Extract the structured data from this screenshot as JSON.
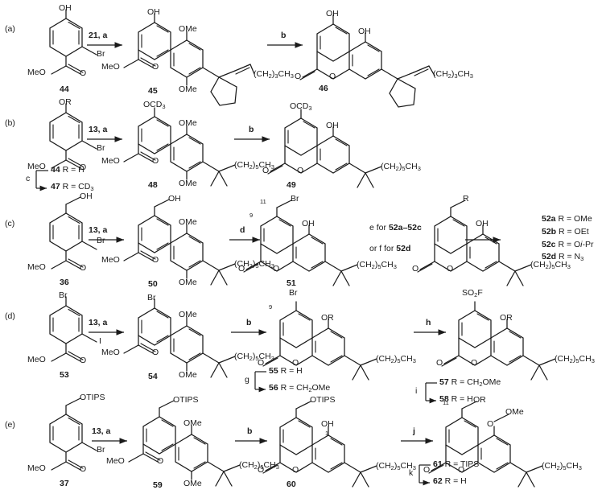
{
  "figure": {
    "type": "chemical-reaction-scheme",
    "panels": [
      "(a)",
      "(b)",
      "(c)",
      "(d)",
      "(e)"
    ]
  },
  "rows": {
    "a": {
      "panel_label": "(a)",
      "start": {
        "number": "44",
        "substituents": [
          "OH",
          "Br",
          "MeO",
          "O"
        ]
      },
      "arrow1": {
        "label": "21, a"
      },
      "mid": {
        "number": "45",
        "substituents": [
          "OH",
          "OMe",
          "OMe",
          "MeO",
          "O",
          "(CH",
          "2",
          ")",
          "3",
          "CH",
          "3"
        ]
      },
      "arrow2": {
        "label": "b"
      },
      "product": {
        "number": "46",
        "substituents": [
          "OH",
          "OH",
          "O",
          "O"
        ]
      },
      "chain_label": "(CH2)3CH3"
    },
    "b": {
      "panel_label": "(b)",
      "start": {
        "number": "44",
        "substituents": [
          "OR",
          "Br",
          "MeO",
          "O"
        ]
      },
      "arrow1": {
        "label": "13, a"
      },
      "bracket": {
        "step": "c",
        "line1_num": "44",
        "line1_r": "R = H",
        "line2_num": "47",
        "line2_r": "R = CD3"
      },
      "mid": {
        "number": "48",
        "substituents": [
          "OCD3",
          "OMe",
          "OMe",
          "MeO",
          "O"
        ]
      },
      "arrow2": {
        "label": "b"
      },
      "product": {
        "number": "49",
        "substituents": [
          "OCD3",
          "OH",
          "O",
          "O"
        ]
      },
      "chain_label": "(CH2)5CH3"
    },
    "c": {
      "panel_label": "(c)",
      "start": {
        "number": "36",
        "substituents": [
          "OH",
          "Br",
          "MeO",
          "O"
        ]
      },
      "arrow1": {
        "label": "13, a"
      },
      "mid": {
        "number": "50",
        "substituents": [
          "OH",
          "OMe",
          "OMe",
          "MeO",
          "O"
        ]
      },
      "arrow2": {
        "label": "d"
      },
      "mid2": {
        "number": "51",
        "substituents": [
          "Br",
          "OH",
          "O",
          "O"
        ],
        "pos_labels": [
          "11",
          "9"
        ]
      },
      "arrow3": {
        "label_top": "e for 52a–52c",
        "label_bottom": "or f for 52d"
      },
      "product": {
        "number": "",
        "substituents": [
          "R",
          "OH",
          "O",
          "O"
        ]
      },
      "chain_label": "(CH2)5CH3",
      "rgroups": [
        {
          "num": "52a",
          "def": "R = OMe"
        },
        {
          "num": "52b",
          "def": "R = OEt"
        },
        {
          "num": "52c",
          "def": "R = O",
          "ital": "i",
          "def2": "-Pr"
        },
        {
          "num": "52d",
          "def": "R = N3"
        }
      ]
    },
    "d": {
      "panel_label": "(d)",
      "start": {
        "number": "53",
        "substituents": [
          "Br",
          "I",
          "MeO",
          "O"
        ]
      },
      "arrow1": {
        "label": "13, a"
      },
      "mid": {
        "number": "54",
        "substituents": [
          "Br",
          "OMe",
          "OMe",
          "MeO",
          "O"
        ]
      },
      "arrow2": {
        "label": "b"
      },
      "mid2": {
        "number": "",
        "substituents": [
          "Br",
          "OR",
          "O",
          "O"
        ],
        "pos_labels": [
          "9"
        ]
      },
      "bracket1": {
        "step": "g",
        "line1_num": "55",
        "line1_r": "R = H",
        "line2_num": "56",
        "line2_r": "R = CH2OMe"
      },
      "arrow3": {
        "label": "h"
      },
      "product": {
        "number": "",
        "substituents": [
          "SO2F",
          "OR",
          "O",
          "O"
        ]
      },
      "bracket2": {
        "step": "i",
        "line1_num": "57",
        "line1_r": "R = CH2OMe",
        "line2_num": "58",
        "line2_r": "R = H"
      },
      "chain_label": "(CH2)5CH3"
    },
    "e": {
      "panel_label": "(e)",
      "start": {
        "number": "37",
        "substituents": [
          "OTIPS",
          "Br",
          "MeO",
          "O"
        ]
      },
      "arrow1": {
        "label": "13, a"
      },
      "mid": {
        "number": "59",
        "substituents": [
          "OTIPS",
          "OMe",
          "OMe",
          "MeO",
          "O"
        ]
      },
      "arrow2": {
        "label": "b"
      },
      "mid2": {
        "number": "60",
        "substituents": [
          "OTIPS",
          "OH",
          "O",
          "O"
        ],
        "pos_labels": [
          "1"
        ]
      },
      "arrow3": {
        "label": "j"
      },
      "product": {
        "number": "",
        "substituents": [
          "OR",
          "O",
          "OMe",
          "O",
          "O"
        ],
        "pos_labels": [
          "11"
        ]
      },
      "bracket": {
        "step": "k",
        "line1_num": "61",
        "line1_r": "R = TIPS",
        "line2_num": "62",
        "line2_r": "R = H"
      },
      "chain_label": "(CH2)5CH3"
    }
  },
  "colors": {
    "ink": "#1a1a1a",
    "background": "#ffffff"
  }
}
